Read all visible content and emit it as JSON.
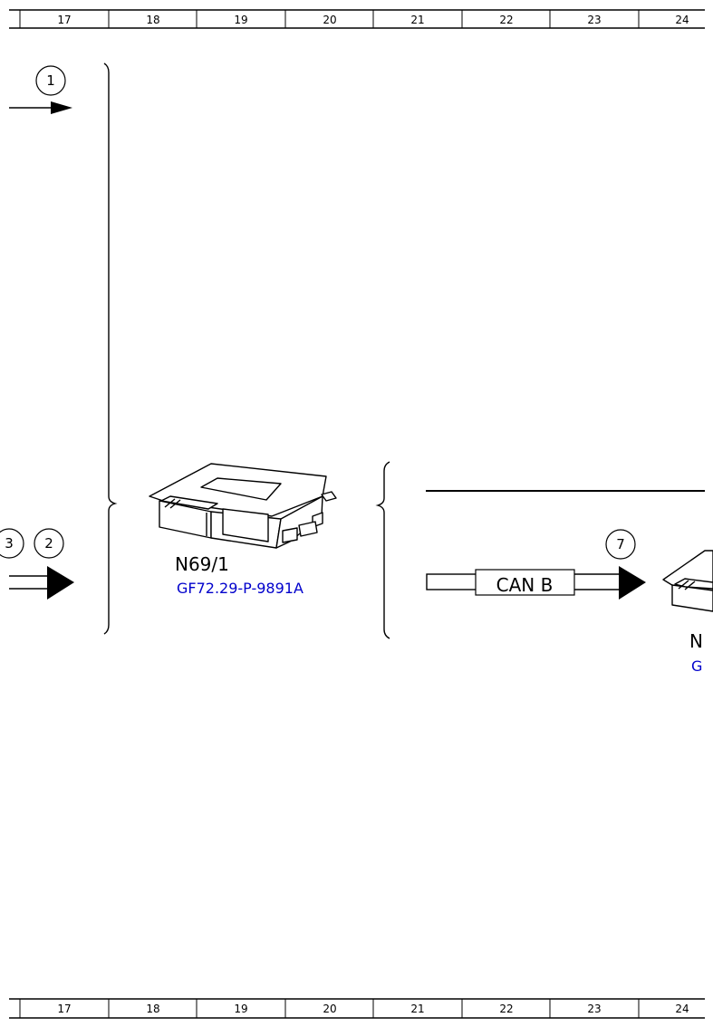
{
  "grid_columns": [
    "17",
    "18",
    "19",
    "20",
    "21",
    "22",
    "23",
    "24"
  ],
  "callouts": {
    "c1": "1",
    "c2": "2",
    "c3": "3",
    "c7": "7"
  },
  "components": {
    "n69_1": {
      "label": "N69/1",
      "link": "GF72.29-P-9891A"
    },
    "right_module": {
      "label": "N",
      "link": "G"
    }
  },
  "bus": {
    "label": "CAN B"
  },
  "colors": {
    "link": "#0000cc",
    "line": "#000000"
  }
}
